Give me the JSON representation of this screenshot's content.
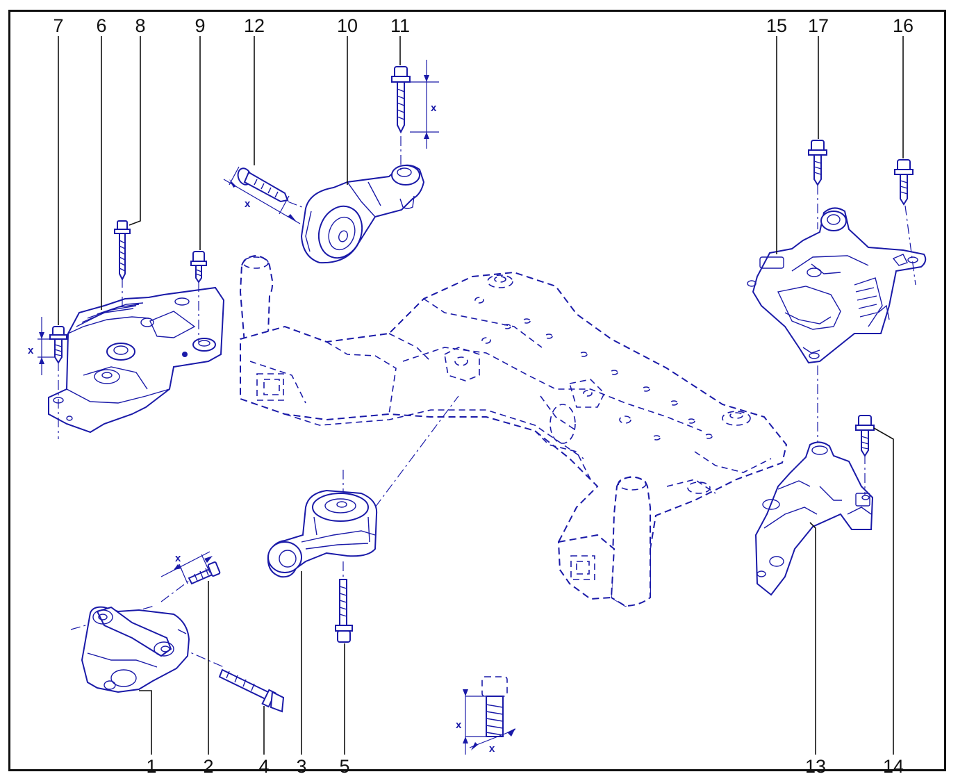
{
  "callouts": [
    {
      "id": "c1",
      "label": "1"
    },
    {
      "id": "c2",
      "label": "2"
    },
    {
      "id": "c3",
      "label": "3"
    },
    {
      "id": "c4",
      "label": "4"
    },
    {
      "id": "c5",
      "label": "5"
    },
    {
      "id": "c6",
      "label": "6"
    },
    {
      "id": "c7",
      "label": "7"
    },
    {
      "id": "c8",
      "label": "8"
    },
    {
      "id": "c9",
      "label": "9"
    },
    {
      "id": "c10",
      "label": "10"
    },
    {
      "id": "c11",
      "label": "11"
    },
    {
      "id": "c12",
      "label": "12"
    },
    {
      "id": "c13",
      "label": "13"
    },
    {
      "id": "c14",
      "label": "14"
    },
    {
      "id": "c15",
      "label": "15"
    },
    {
      "id": "c16",
      "label": "16"
    },
    {
      "id": "c17",
      "label": "17"
    }
  ],
  "dimension_labels": {
    "bolt7": "x",
    "bolt11": "x",
    "bolt12": "x",
    "bolt2": "x",
    "legend_length": "x",
    "legend_diameter": "x"
  },
  "colors": {
    "line_art": "#1a1aa8",
    "text": "#111111",
    "frame": "#111111",
    "background": "#ffffff"
  }
}
